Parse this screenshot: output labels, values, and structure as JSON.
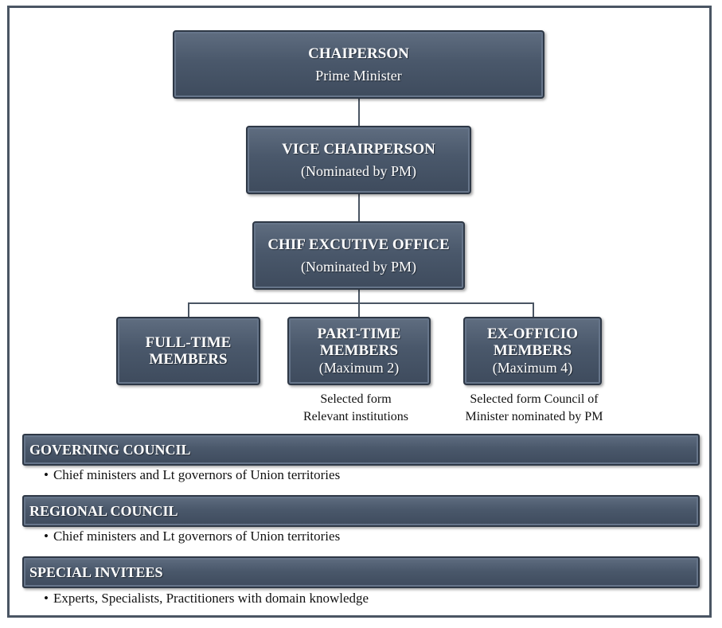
{
  "chair": {
    "title": "CHAIPERSON",
    "sub": "Prime Minister"
  },
  "vice": {
    "title": "VICE CHAIRPERSON",
    "sub": "(Nominated by PM)"
  },
  "ceo": {
    "title": "CHIF EXCUTIVE OFFICE",
    "sub": "(Nominated by PM)"
  },
  "full_time": {
    "title_line1": "FULL-TIME",
    "title_line2": "MEMBERS"
  },
  "part_time": {
    "title_line1": "PART-TIME",
    "title_line2": "MEMBERS",
    "sub": "(Maximum 2)",
    "note_line1": "Selected form",
    "note_line2": "Relevant institutions"
  },
  "ex_officio": {
    "title_line1": "EX-OFFICIO",
    "title_line2": "MEMBERS",
    "sub": "(Maximum 4)",
    "note_line1": "Selected form Council of",
    "note_line2": "Minister nominated by PM"
  },
  "councils": [
    {
      "title": "GOVERNING COUNCIL",
      "bullet": "Chief ministers and Lt governors of Union territories"
    },
    {
      "title": "REGIONAL COUNCIL",
      "bullet": "Chief ministers and Lt governors of Union territories"
    },
    {
      "title": "SPECIAL INVITEES",
      "bullet": "Experts, Specialists, Practitioners with domain knowledge"
    }
  ],
  "bullet_symbol": "•"
}
